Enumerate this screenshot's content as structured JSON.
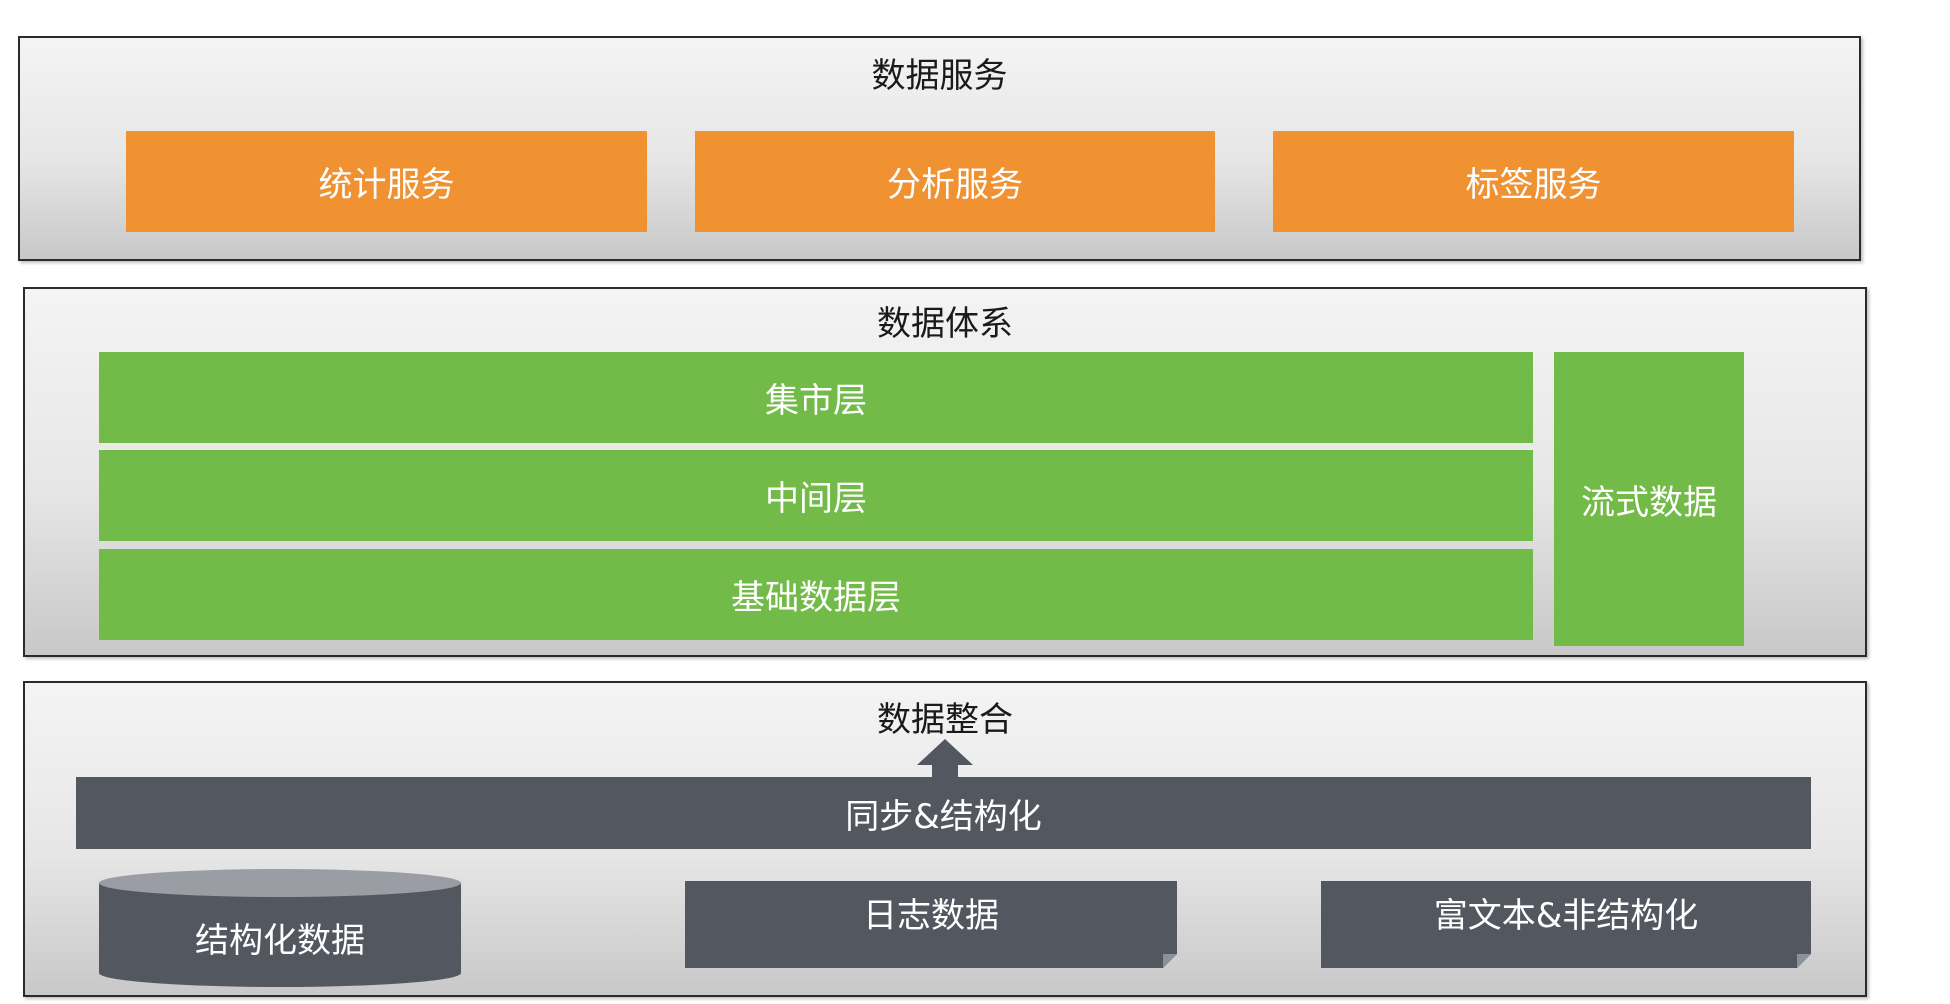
{
  "data_service": {
    "title": "数据服务",
    "items": [
      "统计服务",
      "分析服务",
      "标签服务"
    ]
  },
  "data_system": {
    "title": "数据体系",
    "layers": [
      "集市层",
      "中间层",
      "基础数据层"
    ],
    "stream": "流式数据"
  },
  "data_integration": {
    "title": "数据整合",
    "sync": "同步&结构化",
    "sources": {
      "structured": "结构化数据",
      "log": "日志数据",
      "rich_text": "富文本&非结构化"
    }
  },
  "colors": {
    "service_box": "#f09132",
    "system_box": "#73bb48",
    "integration_box": "#525760",
    "panel_border": "#2b2b2b"
  },
  "icons": {
    "arrow": "up-arrow-icon",
    "database": "database-cylinder-icon",
    "document": "document-icon"
  }
}
